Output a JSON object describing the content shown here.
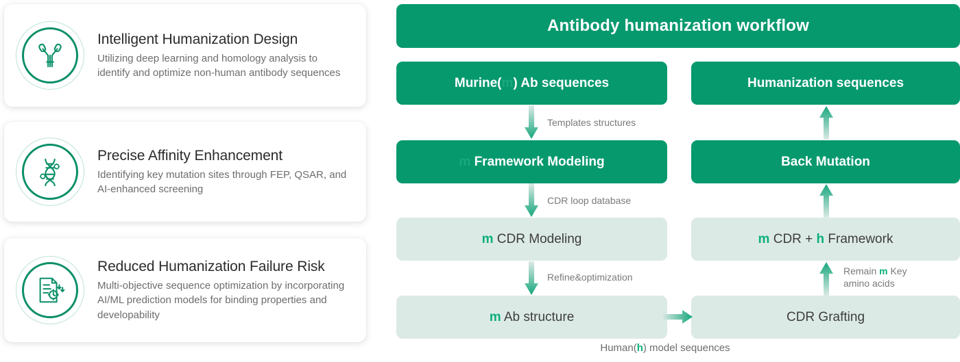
{
  "features": {
    "cards": [
      {
        "icon": "antibody-icon",
        "title": "Intelligent Humanization Design",
        "description": "Utilizing deep learning and homology analysis to identify and optimize non-human antibody sequences"
      },
      {
        "icon": "dna-helix-icon",
        "title": "Precise Affinity Enhancement",
        "description": "Identifying key mutation sites through FEP, QSAR, and AI-enhanced screening"
      },
      {
        "icon": "document-gear-icon",
        "title": "Reduced Humanization Failure Risk",
        "description": "Multi-objective sequence optimization by incorporating AI/ML prediction models for binding properties and developability"
      }
    ]
  },
  "workflow": {
    "header_title": "Antibody humanization workflow",
    "nodes": {
      "murine_ab": {
        "prefix": "Murine(",
        "highlight": "m",
        "suffix": ") Ab sequences"
      },
      "framework_modeling": {
        "highlight": "m",
        "label": " Framework Modeling"
      },
      "cdr_modeling": {
        "highlight": "m",
        "label": " CDR Modeling"
      },
      "ab_structure": {
        "highlight": "m",
        "label": " Ab structure"
      },
      "cdr_grafting": {
        "label": "CDR Grafting"
      },
      "cdr_framework": {
        "highlight_m": "m",
        "mid": " CDR + ",
        "highlight_h": "h",
        "tail": " Framework"
      },
      "back_mutation": {
        "label": "Back Mutation"
      },
      "humanization_sequences": {
        "label": "Humanization sequences"
      }
    },
    "arrow_labels": {
      "templates_structures": "Templates structures",
      "cdr_loop_database": "CDR loop database",
      "refine_optimization": "Refine&optimization",
      "remain_key_line1_prefix": "Remain ",
      "remain_key_highlight": "m",
      "remain_key_line1_suffix": " Key",
      "remain_key_line2": "amino acids"
    },
    "bottom_caption": {
      "prefix": "Human(",
      "highlight": "h",
      "suffix": ") model sequences"
    }
  },
  "colors": {
    "brand_green": "#06996E",
    "accent_green": "#0bb07c",
    "light_panel": "#DCEAE6",
    "ring_green": "#0a8f68",
    "title_text": "#2b2b2b",
    "body_text": "#6d6d6d"
  }
}
